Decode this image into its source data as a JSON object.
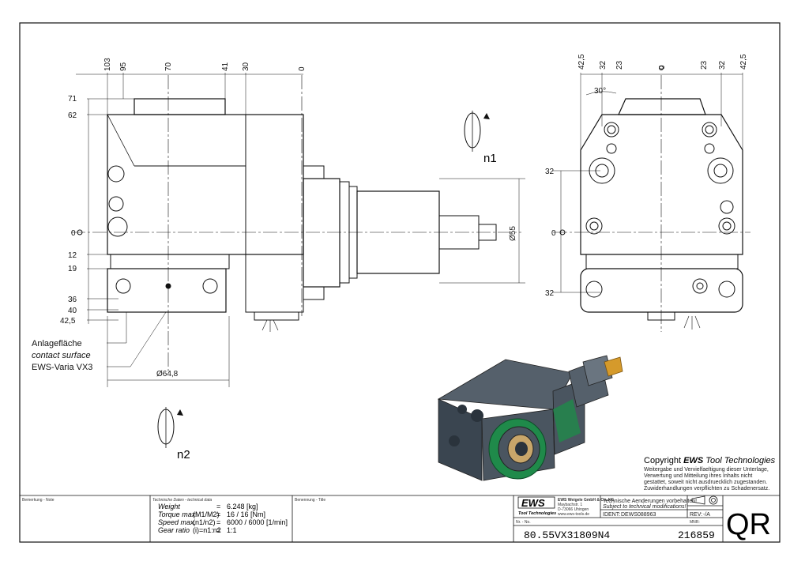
{
  "drawing": {
    "front_view": {
      "top_dims": [
        "103",
        "95",
        "70",
        "41",
        "30",
        "0"
      ],
      "left_dims": [
        "71",
        "62",
        "0",
        "12",
        "19",
        "36",
        "40",
        "42,5"
      ],
      "diameter_shaft": "Ø55",
      "diameter_base": "Ø64,8",
      "rotation_1": "n1",
      "rotation_2": "n2",
      "callouts": [
        "Anlagefläche",
        "contact surface",
        "EWS-Varia VX3"
      ]
    },
    "side_view": {
      "top_dims": [
        "42,5",
        "32",
        "23",
        "0",
        "23",
        "32",
        "42,5"
      ],
      "left_dims": [
        "32",
        "0",
        "32"
      ],
      "angle": "30°"
    }
  },
  "copyright": {
    "title_prefix": "Copyright ",
    "title_brand": "EWS",
    "title_suffix": " Tool Technologies",
    "line1": "Weitergabe und Vervielfaeltigung dieser Unterlage,",
    "line2": "Verwertung und Mitteilung ihres Inhalts nicht",
    "line3": "gestattet, soweit nicht ausdruecklich zugestanden.",
    "line4": "Zuwiderhandlungen verpflichten zu Schadenersatz."
  },
  "titleblock": {
    "remark_label": "Bemerkung - Note",
    "techdata_label": "Technische Daten - technical data",
    "title_label": "Benennung - Title",
    "rows": [
      {
        "name": "Weight",
        "unit": "",
        "eq": "=",
        "value": "6.248 [kg]"
      },
      {
        "name": "Torque max.",
        "unit": "(M1/M2)",
        "eq": "=",
        "value": "16 / 16 [Nm]"
      },
      {
        "name": "Speed max.",
        "unit": "(n1/n2)",
        "eq": "=",
        "value": "6000 / 6000 [1/min]"
      },
      {
        "name": "Gear ratio",
        "unit": "(i)=n1:n2",
        "eq": "=",
        "value": "1:1"
      }
    ],
    "logo": "EWS",
    "logo_sub": "Tool Technologies",
    "company_line1": "EWS Weigele GmbH & Co. KG",
    "company_line2": "Maybachstr. 1",
    "company_line3": "D-73066 Uhingen",
    "company_line4": "www.ews-tools.de",
    "notice_line1": "Technische Aenderungen vorbehalten!",
    "notice_line2": "Subject to technical modifications!",
    "ident_label": "IDENT:",
    "ident_value": "DEWS088963",
    "rev_label": "REV:",
    "rev_value": "-/A",
    "nr_label": "Nr. - No.",
    "part_number": "80.55VX31809N4",
    "mnr_label": "MNR:",
    "mnr_value": "216859",
    "qr": "QR"
  }
}
